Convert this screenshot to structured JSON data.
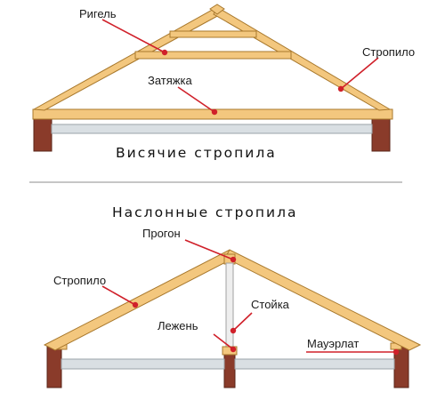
{
  "top_diagram": {
    "title": "Висячие стропила",
    "labels": {
      "rigel": "Ригель",
      "stropilo": "Стропило",
      "zatyazhka": "Затяжка"
    }
  },
  "bottom_diagram": {
    "title": "Наслонные стропила",
    "labels": {
      "progon": "Прогон",
      "stropilo": "Стропило",
      "stoyka": "Стойка",
      "lezhen": "Лежень",
      "mauerlat": "Мауэрлат"
    }
  },
  "colors": {
    "wood": "#f3c77e",
    "wood_outline": "#a8782c",
    "brick": "#8a3b2a",
    "ceiling": "#d9dfe3",
    "callout": "#d0202a"
  }
}
